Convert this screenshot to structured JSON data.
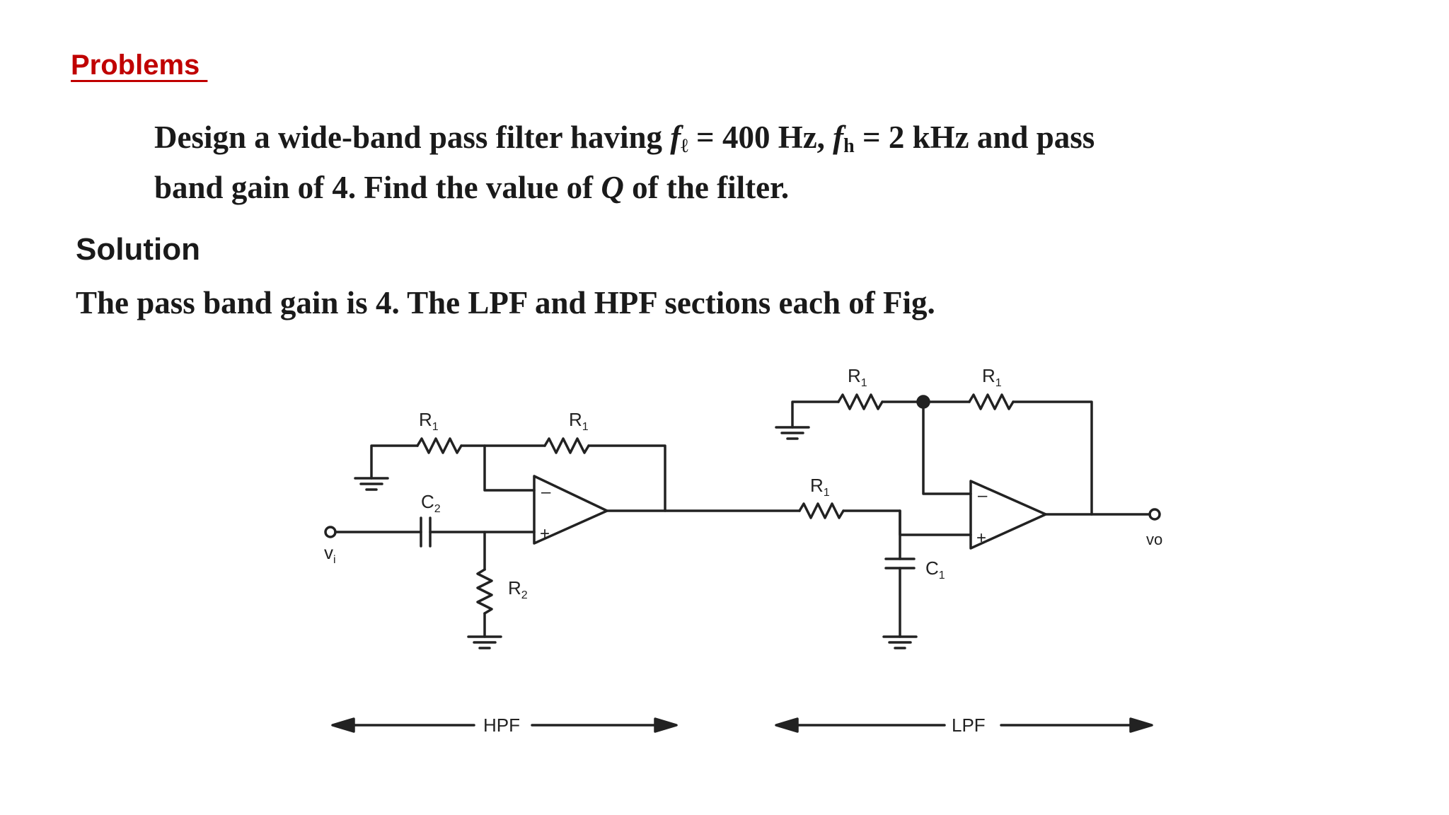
{
  "heading": "Problems ",
  "problem": {
    "t1": "Design a wide-band pass filter having ",
    "fl_sym": "f",
    "fl_sub": "ℓ",
    "t2": " = 400 Hz, ",
    "fh_sym": "f",
    "fh_sub": "h",
    "t3": " = 2 kHz and pass",
    "t4": "band gain of 4. Find the value of ",
    "q_sym": "Q",
    "t5": " of the filter."
  },
  "solution": {
    "title": "Solution",
    "text": "The pass band gain is 4. The LPF and HPF sections each of Fig."
  },
  "figure": {
    "labels": {
      "r1": "R",
      "r1_sub": "1",
      "r2": "R",
      "r2_sub": "2",
      "c1": "C",
      "c1_sub": "1",
      "c2": "C",
      "c2_sub": "2",
      "vi": "v",
      "vi_sub": "i",
      "vo": "vo",
      "minus": "–",
      "plus": "+"
    },
    "sections": {
      "hpf": "HPF",
      "lpf": "LPF"
    }
  }
}
